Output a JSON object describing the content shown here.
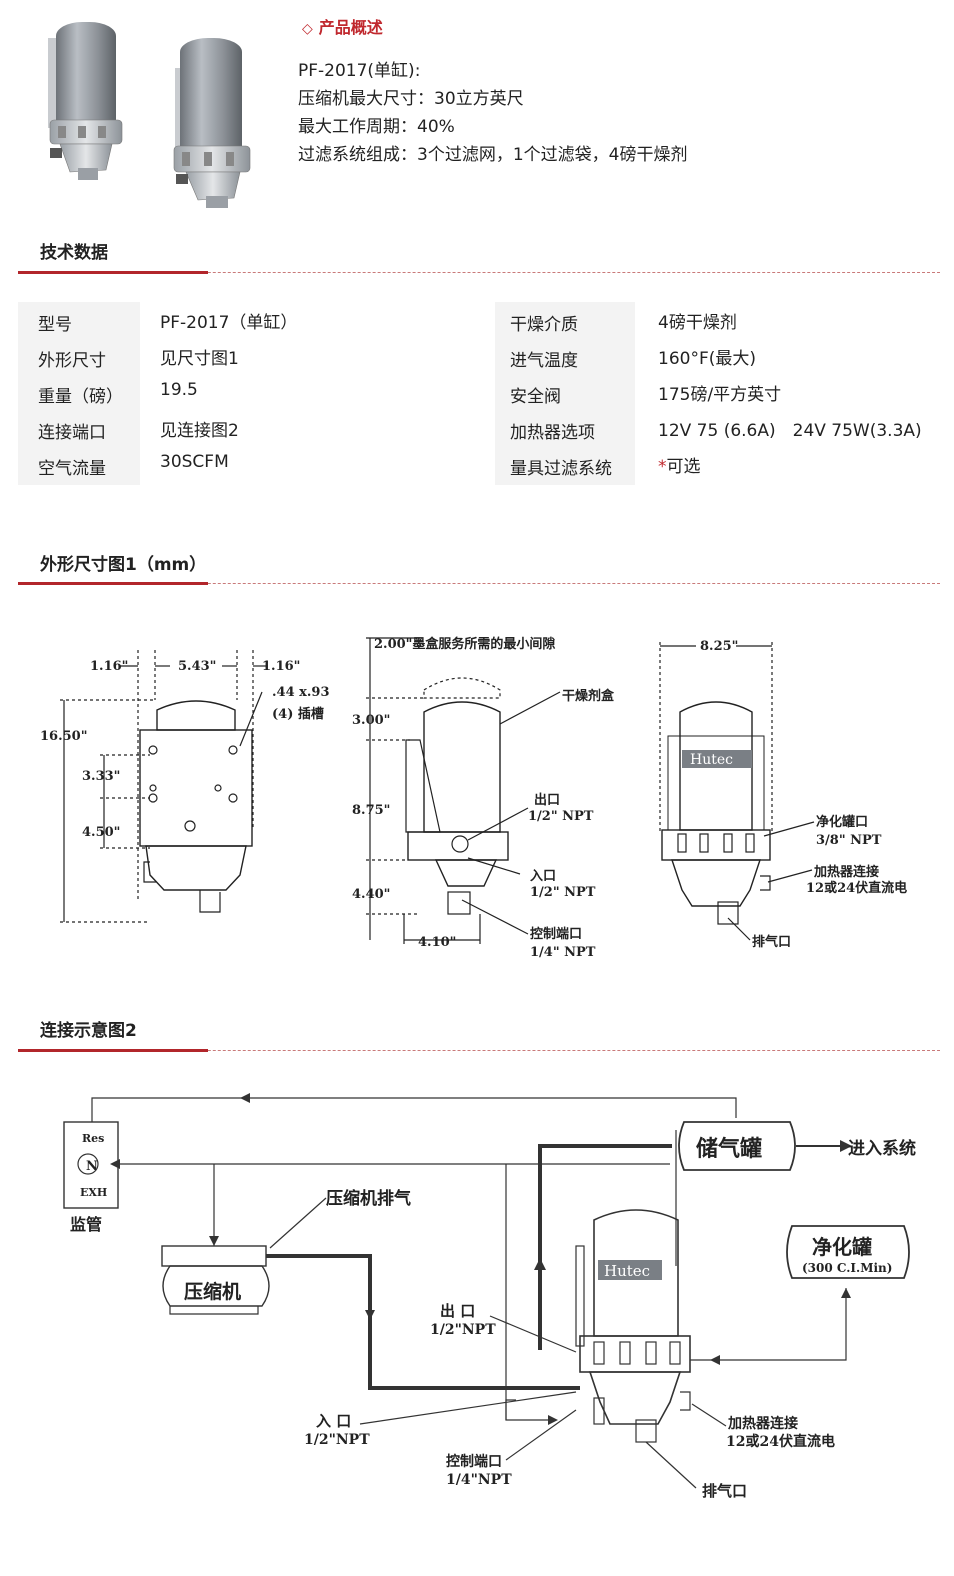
{
  "overview": {
    "title": "产品概述",
    "lines": [
      "PF-2017(单缸):",
      "压缩机最大尺寸：30立方英尺",
      "最大工作周期：40%",
      "过滤系统组成：3个过滤网，1个过滤袋，4磅干燥剂"
    ]
  },
  "tech": {
    "title": "技术数据",
    "left": [
      {
        "label": "型号",
        "value": "PF-2017（单缸）"
      },
      {
        "label": "外形尺寸",
        "value": "见尺寸图1"
      },
      {
        "label": "重量（磅）",
        "value": "19.5"
      },
      {
        "label": "连接端口",
        "value": "见连接图2"
      },
      {
        "label": "空气流量",
        "value": "30SCFM"
      }
    ],
    "right": [
      {
        "label": "干燥介质",
        "value": "4磅干燥剂"
      },
      {
        "label": "进气温度",
        "value": "160°F(最大)"
      },
      {
        "label": "安全阀",
        "value": "175磅/平方英寸"
      },
      {
        "label": "加热器选项",
        "value": "12V 75 (6.6A)　24V 75W(3.3A)"
      },
      {
        "label": "量具过滤系统",
        "value": "可选",
        "mark": "*"
      }
    ]
  },
  "dim": {
    "title": "外形尺寸图1（mm）",
    "front": {
      "w1": "1.16\"",
      "w2": "5.43\"",
      "w3": "1.16\"",
      "h_total": "16.50\"",
      "h1": "3.33\"",
      "h2": "4.50\"",
      "slot1": ".44 x.93",
      "slot2": "(4) 插槽"
    },
    "side": {
      "clear": "2.00\"墨盒服务所需的最小间隙",
      "h1": "3.00\"",
      "h2": "8.75\"",
      "h3": "4.40\"",
      "w": "4.10\"",
      "cartridge": "干燥剂盒",
      "out1": "出口",
      "out2": "1/2\" NPT",
      "in1": "入口",
      "in2": "1/2\" NPT",
      "ctrl1": "控制端口",
      "ctrl2": "1/4\" NPT"
    },
    "back": {
      "w": "8.25\"",
      "brand": "Hutec",
      "purge1": "净化罐口",
      "purge2": "3/8\" NPT",
      "heat1": "加热器连接",
      "heat2": "12或24伏直流电",
      "exhaust": "排气口"
    }
  },
  "conn": {
    "title": "连接示意图2",
    "res": "Res",
    "n": "N",
    "exh": "EXH",
    "gov": "监管",
    "tank": "储气罐",
    "to_sys": "进入系统",
    "comp_exh": "压缩机排气",
    "comp": "压缩机",
    "brand": "Hutec",
    "purge": "净化罐",
    "purge_sub": "(300 C.I.Min)",
    "out1": "出 口",
    "out2": "1/2\"NPT",
    "in1": "入 口",
    "in2": "1/2\"NPT",
    "ctrl1": "控制端口",
    "ctrl2": "1/4\"NPT",
    "heat1": "加热器连接",
    "heat2": "12或24伏直流电",
    "exhaust": "排气口"
  },
  "colors": {
    "accent": "#c0282e",
    "cell_bg": "#f3f3f3"
  }
}
